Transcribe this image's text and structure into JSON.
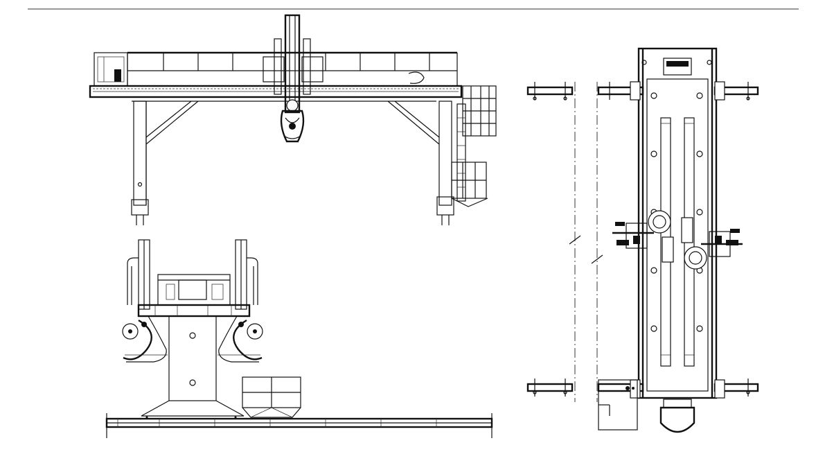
{
  "drawing": {
    "views": [
      "front-elevation",
      "side-elevation",
      "plan-view"
    ]
  }
}
